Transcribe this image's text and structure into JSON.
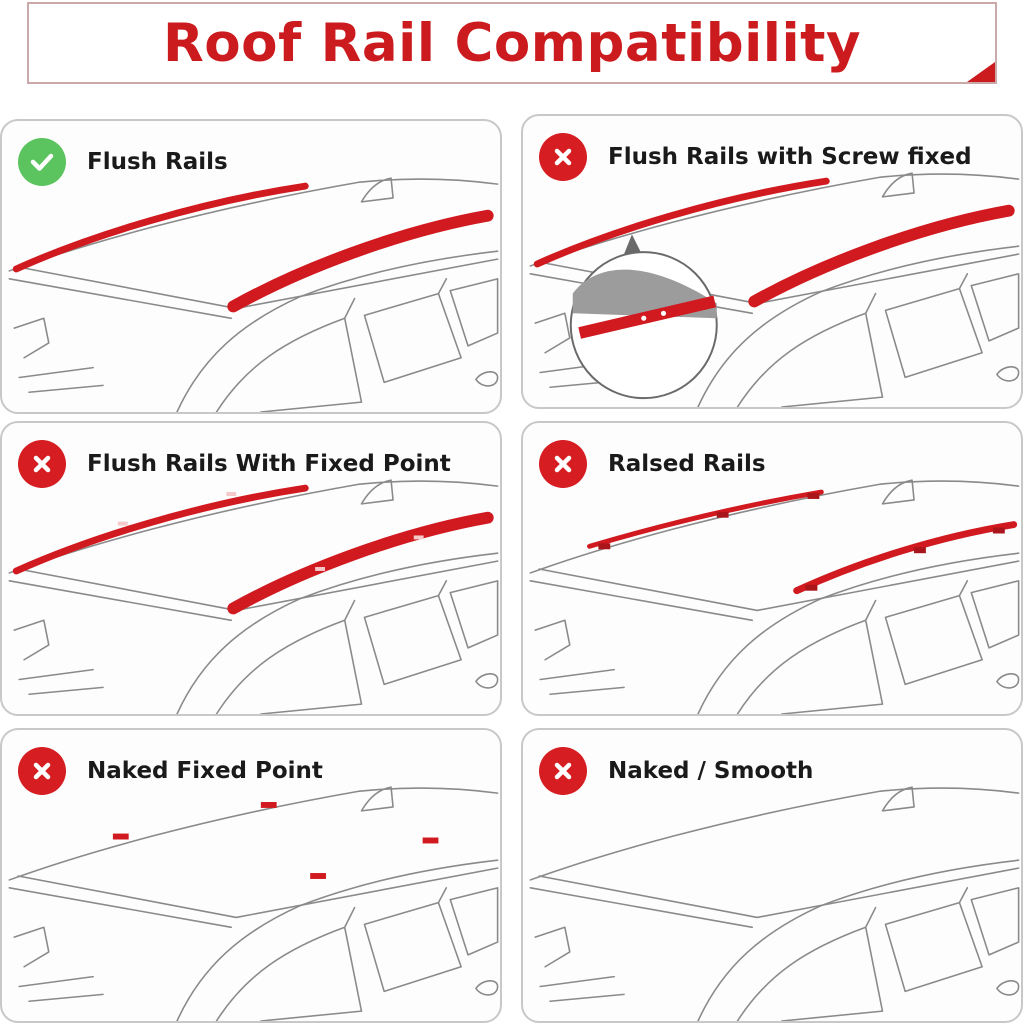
{
  "title": "Roof Rail Compatibility",
  "colors": {
    "title_red": "#cc1b1f",
    "rail_red": "#d11a20",
    "check_green": "#5cc45f",
    "cross_red": "#d51d22",
    "panel_border": "#c8c8c8",
    "car_line": "#8a8a8a"
  },
  "panels": [
    {
      "label": "Flush Rails",
      "status": "compatible",
      "icon": "check-icon",
      "rail_type": "flush"
    },
    {
      "label": "Flush Rails with Screw fixed",
      "status": "incompatible",
      "icon": "cross-icon",
      "rail_type": "flush-screw"
    },
    {
      "label": "Flush Rails With Fixed Point",
      "status": "incompatible",
      "icon": "cross-icon",
      "rail_type": "flush-fixed-point"
    },
    {
      "label": "Ralsed Rails",
      "status": "incompatible",
      "icon": "cross-icon",
      "rail_type": "raised"
    },
    {
      "label": "Naked Fixed Point",
      "status": "incompatible",
      "icon": "cross-icon",
      "rail_type": "naked-fixed-point"
    },
    {
      "label": "Naked / Smooth",
      "status": "incompatible",
      "icon": "cross-icon",
      "rail_type": "naked"
    }
  ]
}
